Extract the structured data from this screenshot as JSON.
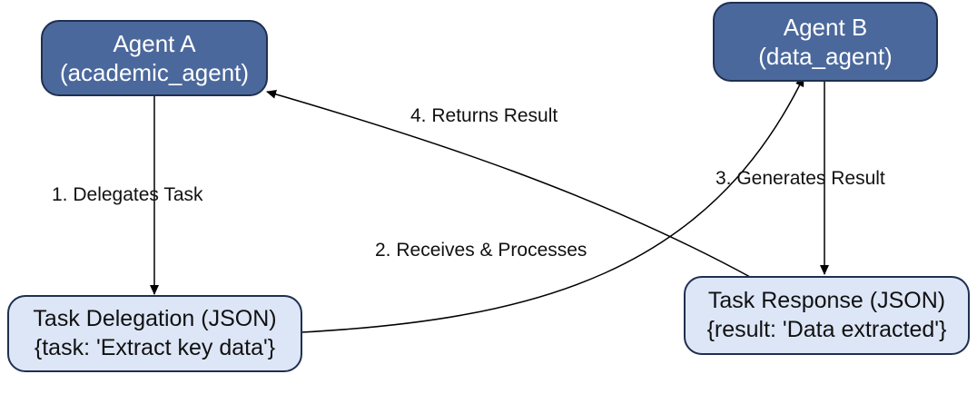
{
  "nodes": {
    "agent_a": {
      "line1": "Agent A",
      "line2": "(academic_agent)"
    },
    "agent_b": {
      "line1": "Agent B",
      "line2": "(data_agent)"
    },
    "task_delegation": {
      "line1": "Task Delegation (JSON)",
      "line2": "{task: 'Extract key data'}"
    },
    "task_response": {
      "line1": "Task Response (JSON)",
      "line2": "{result: 'Data extracted'}"
    }
  },
  "edges": {
    "delegates": "1. Delegates Task",
    "receives": "2. Receives & Processes",
    "generates": "3. Generates Result",
    "returns": "4. Returns Result"
  },
  "colors": {
    "agent_fill": "#4b689c",
    "message_fill": "#dde6f7",
    "stroke": "#1f2f4f"
  }
}
